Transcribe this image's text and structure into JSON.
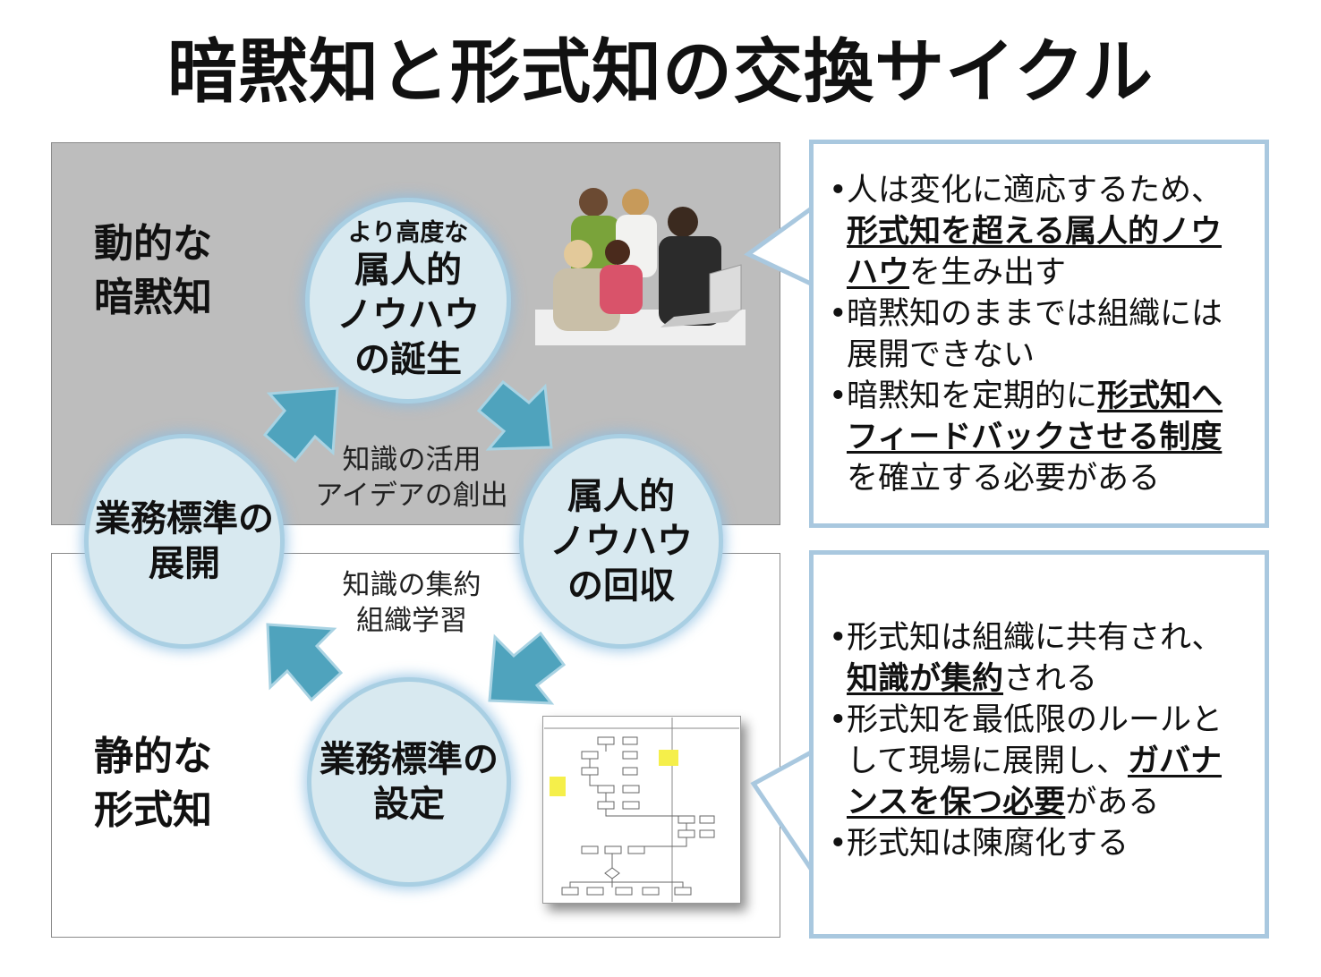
{
  "title": "暗黙知と形式知の交換サイクル",
  "top_panel": {
    "label_line1": "動的な",
    "label_line2": "暗黙知"
  },
  "bottom_panel": {
    "label_line1": "静的な",
    "label_line2": "形式知"
  },
  "circles": {
    "birth": {
      "small": "より高度な",
      "line1": "属人的",
      "line2": "ノウハウ",
      "line3": "の誕生"
    },
    "collect": {
      "line1": "属人的",
      "line2": "ノウハウ",
      "line3": "の回収"
    },
    "deploy": {
      "line1": "業務標準の",
      "line2": "展開"
    },
    "set": {
      "line1": "業務標準の",
      "line2": "設定"
    }
  },
  "center_top": {
    "line1": "知識の活用",
    "line2": "アイデアの創出"
  },
  "center_bottom": {
    "line1": "知識の集約",
    "line2": "組織学習"
  },
  "callout_top": {
    "bullet": "•",
    "b1_plain": "人は変化に適応するため、",
    "b1_em": "形式知を超える属人的ノウハウ",
    "b1_em_a": "形式知を超える属人的ノウ",
    "b1_em_b": "ハウ",
    "b1_tail": "を生み出す",
    "b2_a": "暗黙知のままでは組織には",
    "b2_b": "展開できない",
    "b3_plain": "暗黙知を定期的に",
    "b3_em_a": "形式知へ",
    "b3_em_b": "フィードバックさせる制度",
    "b3_tail": "を確立する必要がある"
  },
  "callout_bottom": {
    "bullet": "•",
    "b1_plain": "形式知は組織に共有され、",
    "b1_em": "知識が集約",
    "b1_tail": "される",
    "b2_a": "形式知を最低限のルールと",
    "b2_b": "して現場に展開し、",
    "b2_em_a": "ガバナ",
    "b2_em_b": "ンスを保つ必要",
    "b2_tail": "がある",
    "b3": "形式知は陳腐化する"
  },
  "colors": {
    "arrow": "#4fa3bd",
    "arrow_edge": "#a9d3e3",
    "circle_fill": "#d8e9f0",
    "callout_border": "#a9c8df",
    "top_panel": "#bdbdbd"
  }
}
